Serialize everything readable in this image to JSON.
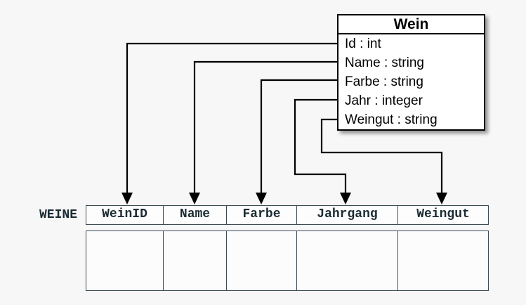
{
  "class_box": {
    "title": "Wein",
    "attributes": [
      "Id : int",
      "Name : string",
      "Farbe : string",
      "Jahr : integer",
      "Weingut : string"
    ]
  },
  "table": {
    "label": "WEINE",
    "columns": [
      "WeinID",
      "Name",
      "Farbe",
      "Jahrgang",
      "Weingut"
    ],
    "rows": [
      [
        "",
        "",
        "",
        "",
        ""
      ]
    ]
  },
  "mappings": [
    {
      "from": "Id",
      "to": "WeinID"
    },
    {
      "from": "Name",
      "to": "Name"
    },
    {
      "from": "Farbe",
      "to": "Farbe"
    },
    {
      "from": "Jahr",
      "to": "Jahrgang"
    },
    {
      "from": "Weingut",
      "to": "Weingut"
    }
  ],
  "colors": {
    "canvas_background": "#f7f7f8",
    "connector": "#000000",
    "class_border": "#000000",
    "class_background": "#ffffff",
    "table_border": "#3c4b52",
    "table_text": "#1c2c33",
    "cell_background": "#fdfdfe"
  }
}
